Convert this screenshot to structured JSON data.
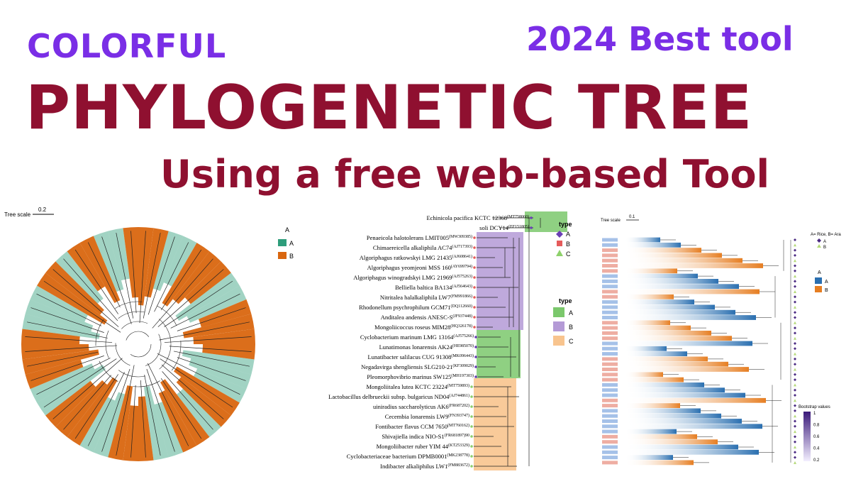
{
  "header": {
    "left_badge": "COLORFUL",
    "right_badge": "2024 Best tool",
    "title": "PHYLOGENETIC TREE",
    "subtitle": "Using a free web-based Tool"
  },
  "colors": {
    "purple": "#7a2ee6",
    "maroon": "#8f1030",
    "orange": "#d9660f",
    "teal": "#2e9d7b",
    "green": "#7bc86c",
    "lavender": "#b49ad6",
    "peach": "#f8c48e",
    "blue": "#2a6fb0",
    "dark_purple": "#4b2a82",
    "red_label": "#c0392b"
  },
  "panel_circular": {
    "tree_scale_label": "Tree scale",
    "tree_scale_value": "0.2",
    "legend": {
      "title": "A",
      "items": [
        {
          "label": "A",
          "color": "#2e9d7b"
        },
        {
          "label": "B",
          "color": "#d9660f"
        }
      ]
    }
  },
  "panel_rect": {
    "legend_type_shapes": {
      "title": "type",
      "items": [
        {
          "label": "A",
          "shape": "diamond",
          "color": "#6a3fb5"
        },
        {
          "label": "B",
          "shape": "square",
          "color": "#e55b5b"
        },
        {
          "label": "C",
          "shape": "triangle",
          "color": "#8ed16b"
        }
      ]
    },
    "legend_type_ranges": {
      "title": "type",
      "items": [
        {
          "label": "A",
          "color": "#7bc86c"
        },
        {
          "label": "B",
          "color": "#b49ad6"
        },
        {
          "label": "C",
          "color": "#f8c48e"
        }
      ]
    },
    "leaves": [
      {
        "name": "Echinicola pacifica KCTC 12368",
        "acc": "(MT758060)",
        "group": "A"
      },
      {
        "name": "soli DCY14",
        "acc": "(EF151805)",
        "group": "A"
      },
      {
        "name": "Penaeicola halotolerans LMIT005",
        "acc": "(MW309385)",
        "group": "B"
      },
      {
        "name": "Chimaereicella alkaliphila AC74",
        "acc": "(AJ717393)",
        "group": "B"
      },
      {
        "name": "Algoriphagus ratkowskyi LMG 21435",
        "acc": "(AJ608641)",
        "group": "B"
      },
      {
        "name": "Algoriphagus yeomjeoni MSS 160",
        "acc": "(AY699794)",
        "group": "B"
      },
      {
        "name": "Algoriphagus winogradskyi LMG 21969",
        "acc": "(AJ575263)",
        "group": "B"
      },
      {
        "name": "Belliella baltica BA134",
        "acc": "(AJ564643)",
        "group": "B"
      },
      {
        "name": "Nitritalea halalkaliphila LW7",
        "acc": "(FM991866)",
        "group": "B"
      },
      {
        "name": "Rhodonellum psychrophilum GCM71",
        "acc": "(DQ112660)",
        "group": "B"
      },
      {
        "name": "Anditalea andensis ANESC-S",
        "acc": "(JF937448)",
        "group": "B"
      },
      {
        "name": "Mongoliicoccus roseus MIM28",
        "acc": "(HQ326178)",
        "group": "B"
      },
      {
        "name": "Cyclobacterium marinum LMG 13164",
        "acc": "(AJ575266)",
        "group": "A"
      },
      {
        "name": "Lunatimonas lonarensis AK24",
        "acc": "(HE985070)",
        "group": "A"
      },
      {
        "name": "Lunatibacter salilacus CUG 91308",
        "acc": "(MK096443)",
        "group": "A"
      },
      {
        "name": "Negadavirga shengliensis SLG210-21",
        "acc": "(KF309029)",
        "group": "A"
      },
      {
        "name": "Pleomorphovibrio marinus SW125",
        "acc": "(MH197303)",
        "group": "A"
      },
      {
        "name": "Mongoliitalea lutea KCTC 23224",
        "acc": "(MT759893)",
        "group": "C"
      },
      {
        "name": "Lactobacillus delbrueckii subsp. bulgaricus ND04",
        "acc": "(AJ744861)",
        "group": "C"
      },
      {
        "name": "uiniradius saccharolyticus AK6",
        "acc": "(FR687202)",
        "group": "C"
      },
      {
        "name": "Cecembia lonarensis LW9",
        "acc": "(FN393747)",
        "group": "C"
      },
      {
        "name": "Fontibacter flavus CCM 7650",
        "acc": "(MT760162)",
        "group": "C"
      },
      {
        "name": "Shivajiella indica NIO-S1",
        "acc": "(FR681897)90",
        "group": "C"
      },
      {
        "name": "Mongoliibacter ruber YIM 44",
        "acc": "(KT253329)",
        "group": "C"
      },
      {
        "name": "Cyclobacteriaceae bacterium DPMB0001",
        "acc": "(MK238778)",
        "group": "C"
      },
      {
        "name": "Indibacter alkaliphilus LW1",
        "acc": "(FM883672)",
        "group": "C"
      }
    ]
  },
  "panel_right": {
    "tree_scale_label": "Tree scale",
    "tree_scale_value": "0.1",
    "legend_note": "A= Rice, B= Ara",
    "shape_legend": [
      {
        "label": "A",
        "color": "#4b2a82"
      },
      {
        "label": "B",
        "color": "#b5d97a"
      }
    ],
    "color_legend": {
      "title": "A",
      "items": [
        {
          "label": "A",
          "color": "#2a6fb0"
        },
        {
          "label": "B",
          "color": "#e67e22"
        }
      ]
    },
    "bootstrap": {
      "title": "Bootstrap values",
      "ticks": [
        "1",
        "0.8",
        "0.6",
        "0.4",
        "0.2"
      ]
    }
  }
}
